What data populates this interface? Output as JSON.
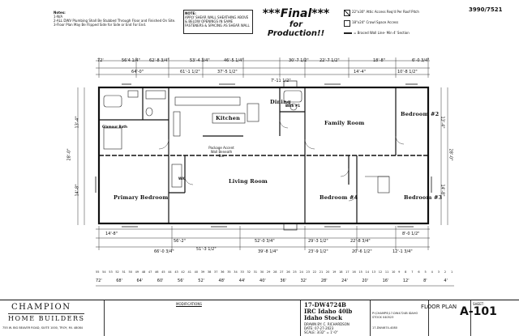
{
  "notes": {
    "heading": "Notes:",
    "lines": [
      "1-N/A",
      "2-ALL DWV Plumbing Shall Be Stubbed Through Floor and Finished On Site.",
      "3-Floor Plan May Be Flipped Side for Side or End For End."
    ]
  },
  "note_box": {
    "heading": "NOTE:",
    "text": "APPLY SHEAR WALL SHEATHING ABOVE & BELOW OPENINGS IN SAME FASTENERS & SPACING AS SHEAR WALL"
  },
  "banner": {
    "line1": "***Final***",
    "line2": "for",
    "line3": "Production!!"
  },
  "legend": {
    "attic": "22\"x30\" Attic Access Req'd Per Roof Pitch",
    "crawl": "18\"x24\" Crawl Space Access",
    "braced": "= Braced Wall Line- Min 4' Section"
  },
  "plan_code": "3990/7521",
  "rooms": {
    "dining": "Dining",
    "kitchen": "Kitchen",
    "family": "Family Room",
    "bedroom2": "Bedroom #2",
    "living": "Living Room",
    "primary": "Primary Bedroom",
    "bedroom4": "Bedroom #4",
    "bedroom3": "Bedroom #3",
    "bath1": "Bath #1",
    "glamour": "Glamour Bath",
    "closet": "WIC",
    "accent": "Package Accent Wall Beneath Bar"
  },
  "dimensions": {
    "top": [
      "72'",
      "56'4 1/4\"",
      "62'-8 3/4\"",
      "53'-4 3/4\"",
      "46'-5 1/4\"",
      "30'-7 1/2\"",
      "22'-7 1/2\"",
      "18'-8\"",
      "6'-0 3/4\""
    ],
    "top2": [
      "64'-0\"",
      "61'-1 1/2\"",
      "37'-5 1/2\"",
      "7'-11 1/2\"",
      "14'-4\"",
      "10'-8 1/2\""
    ],
    "bottom": [
      "14'-8\"",
      "56'-2\"",
      "51'-3 1/2\"",
      "52'-0 3/4\"",
      "29'-3 1/2\"",
      "22'-8 3/4\"",
      "8'-0 1/2\""
    ],
    "bottom2": [
      "66'-0 3/4\"",
      "39'-8 1/4\"",
      "23'-9 1/2\"",
      "20'-6 1/2\"",
      "12'-1 3/4\""
    ],
    "side_left": [
      "28'-0\"",
      "13'-4\"",
      "14'-8\""
    ],
    "side_right": [
      "28'-0\"",
      "13'-4\"",
      "14'-8\""
    ]
  },
  "scale_ruler": {
    "top": [
      "55",
      "54",
      "53",
      "52",
      "51",
      "50",
      "49",
      "48",
      "47",
      "46",
      "45",
      "44",
      "43",
      "42",
      "41",
      "40",
      "39",
      "38",
      "37",
      "36",
      "35",
      "34",
      "33",
      "32",
      "31",
      "30",
      "29",
      "28",
      "27",
      "26",
      "25",
      "24",
      "23",
      "22",
      "21",
      "20",
      "19",
      "18",
      "17",
      "16",
      "15",
      "14",
      "13",
      "12",
      "11",
      "10",
      "9",
      "8",
      "7",
      "6",
      "5",
      "4",
      "3",
      "2",
      "1"
    ],
    "bottom": [
      "72'",
      "68'",
      "64'",
      "60'",
      "56'",
      "52'",
      "48'",
      "44'",
      "40'",
      "36'",
      "32'",
      "28'",
      "24'",
      "20'",
      "16'",
      "12'",
      "8'",
      "4'"
    ]
  },
  "title_block": {
    "company_line1": "CHAMPION",
    "company_line2": "HOME BUILDERS",
    "company_addr": "755 W. BIG BEAVER ROAD, SUITE 1000, TROY, MI. 48084",
    "modifications": "MODIFICATIONS",
    "model": "17-DW4724B",
    "code": "IRC Idaho 40lb",
    "stock": "Idaho Stock",
    "drawn": "DRAWN BY: C. RICHARDSON",
    "date": "DATE: 07-27-2023",
    "scale": "SCALE: 3/32\" = 1'-0\"",
    "file": "P:\\CHAMPS\\17-DW4724B IDAHO STOCK 040523",
    "file2": "17-DW4674-4080",
    "sheet_title": "FLOOR PLAN",
    "sheet_label": "SHEET:",
    "sheet_no": "A-101"
  }
}
